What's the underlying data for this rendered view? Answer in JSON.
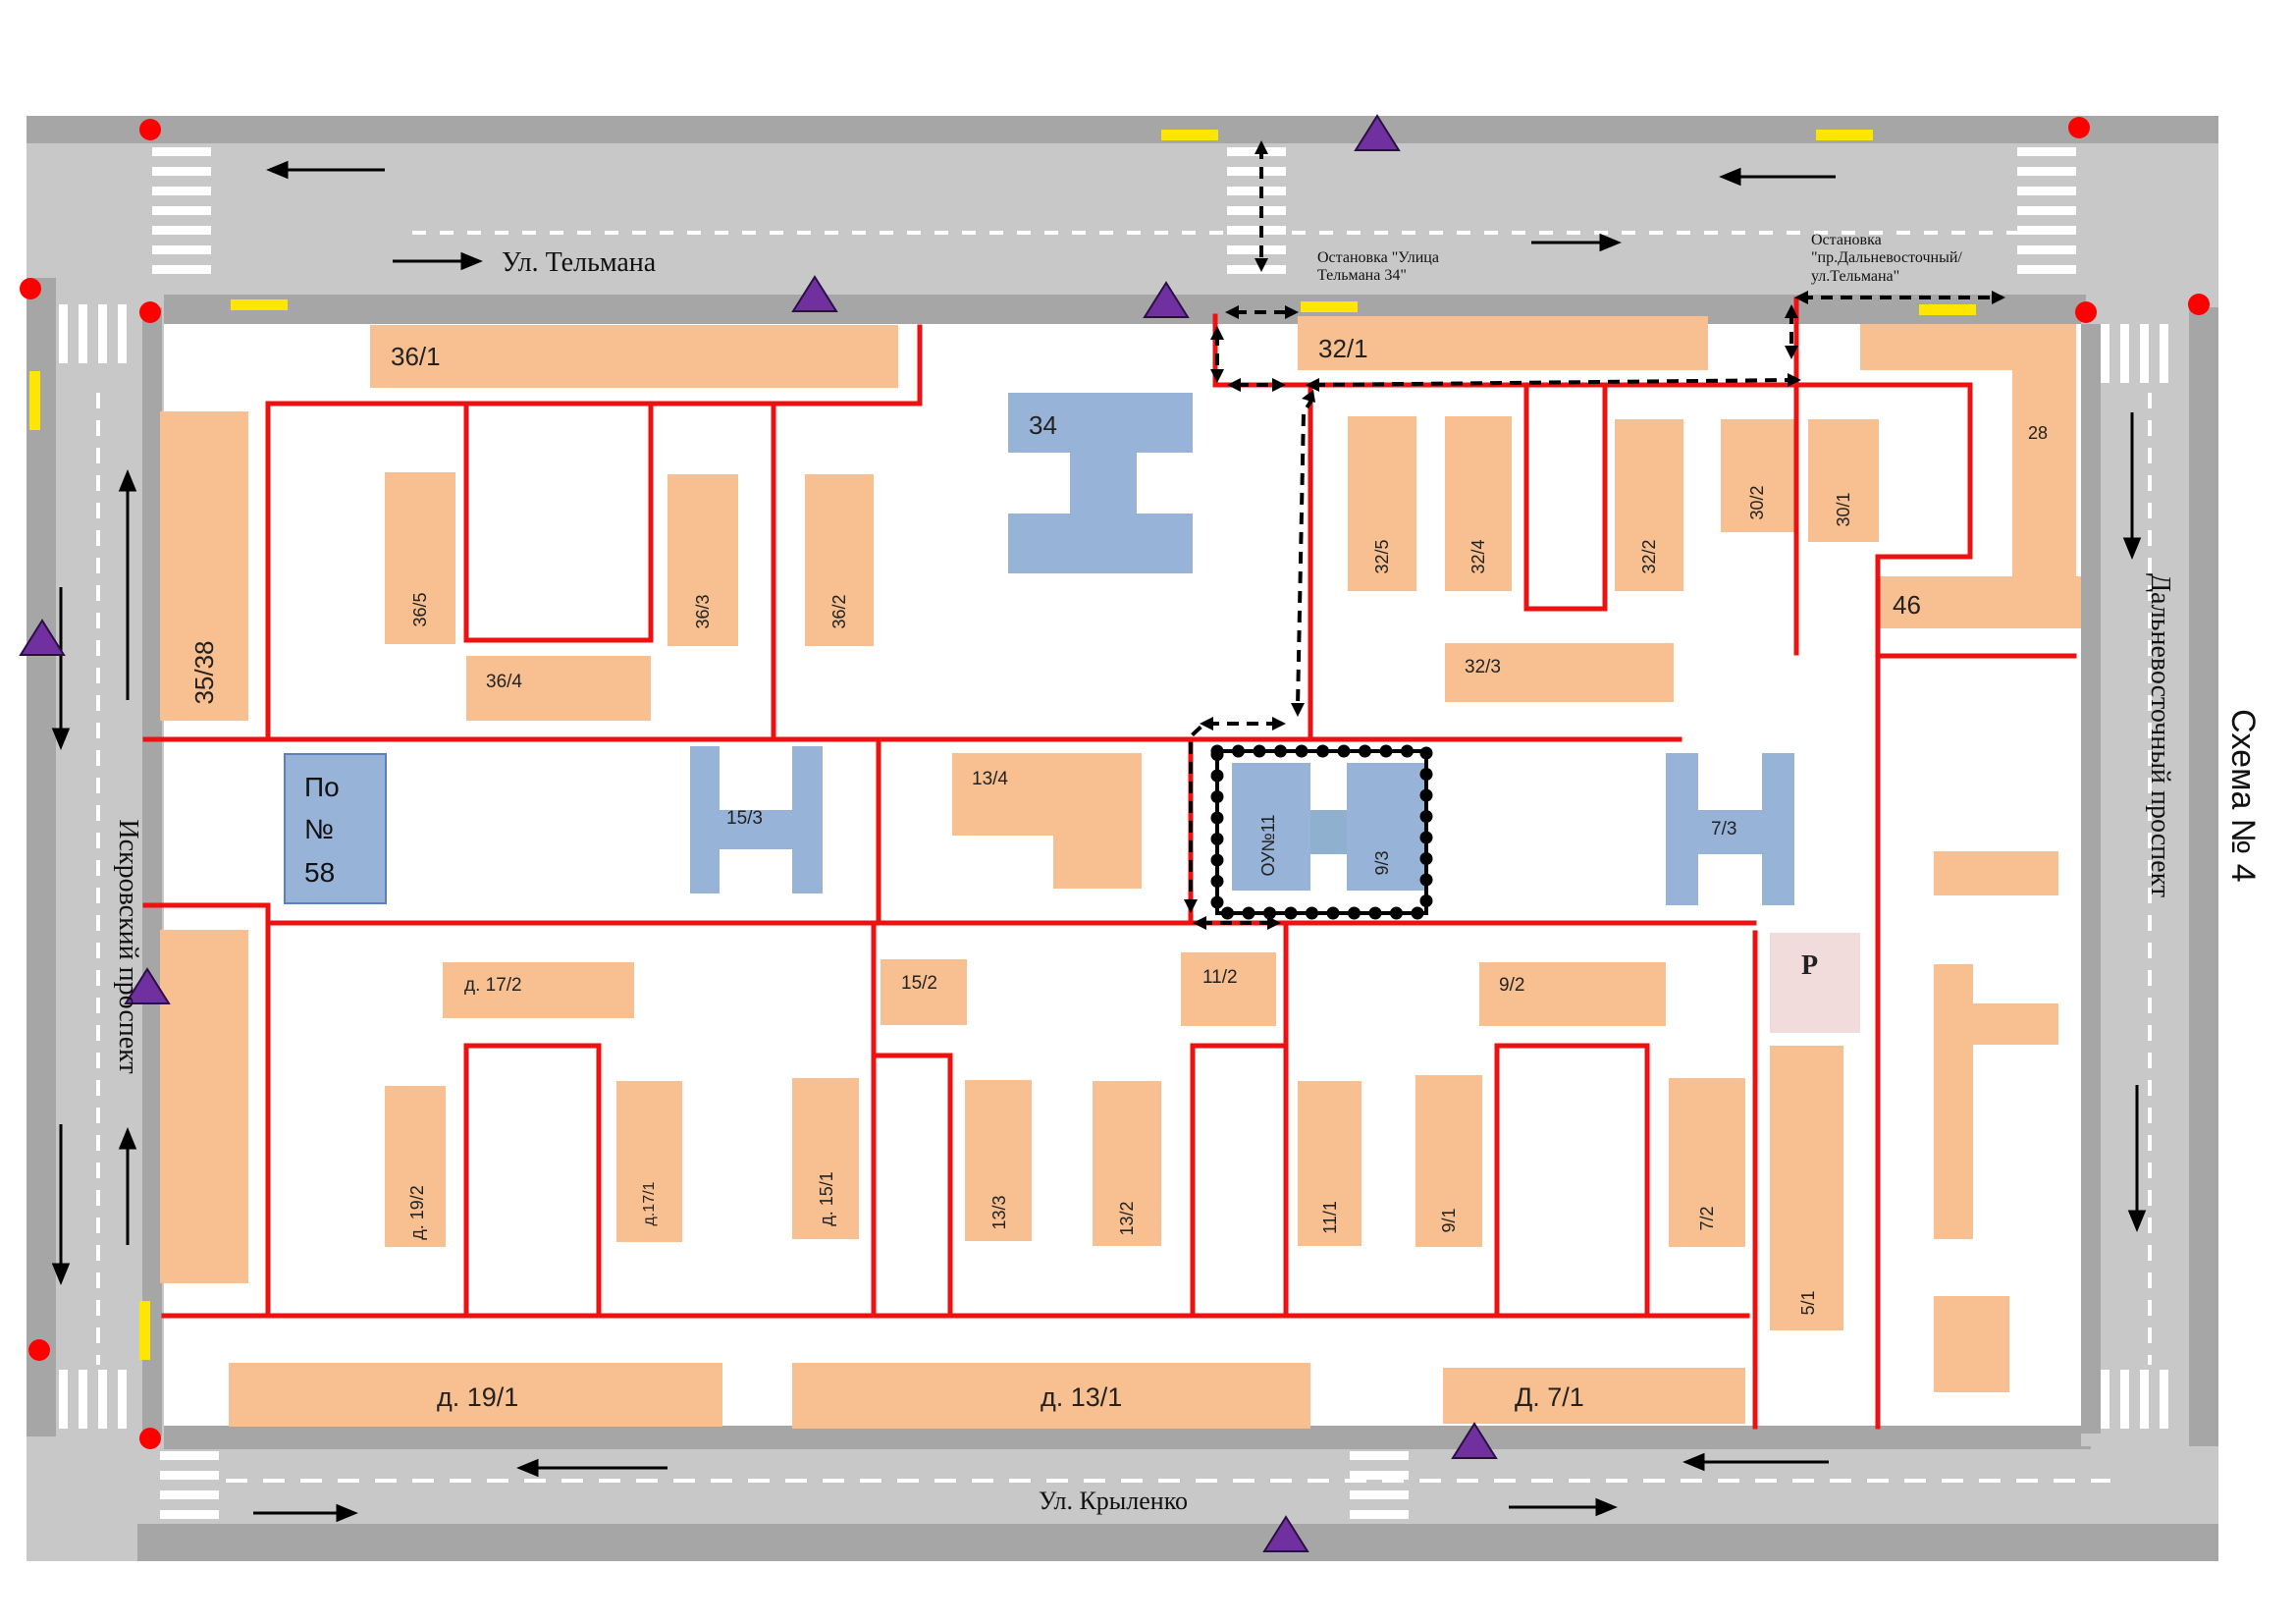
{
  "scheme": {
    "title": "Схема № 4"
  },
  "streets": {
    "north": "Ул. Тельмана",
    "south": "Ул. Крыленко",
    "west": "Искровский проспект",
    "east": "Дальневосточный проспект"
  },
  "stops": [
    {
      "lines": [
        "Остановка \"Улица",
        "Тельмана 34\""
      ]
    },
    {
      "lines": [
        "Остановка",
        "\"пр.Дальневосточный/",
        "ул.Тельмана\""
      ]
    }
  ],
  "buildings": {
    "b36_1": "36/1",
    "b32_1": "32/1",
    "b28": "28",
    "b34": "34",
    "b35_38": "35/38",
    "b36_5": "36/5",
    "b36_3": "36/3",
    "b36_2": "36/2",
    "b36_4": "36/4",
    "b32_5": "32/5",
    "b32_4": "32/4",
    "b32_2": "32/2",
    "b30_2": "30/2",
    "b30_1": "30/1",
    "b46": "46",
    "b32_3": "32/3",
    "b15_3": "15/3",
    "b13_4": "13/4",
    "b9_3": "9/3",
    "b7_3": "7/3",
    "b17_2": "д. 17/2",
    "b15_2": "15/2",
    "b11_2": "11/2",
    "b9_2": "9/2",
    "b19_2": "д. 19/2",
    "b17_1": "д.17/1",
    "b15_1": "д. 15/1",
    "b13_3": "13/3",
    "b13_2": "13/2",
    "b11_1": "11/1",
    "b9_1": "9/1",
    "b7_2": "7/2",
    "b5_1": "5/1",
    "b19_1": "д. 19/1",
    "b13_1": "д. 13/1",
    "b7_1": "Д. 7/1"
  },
  "school": {
    "lines": [
      "По",
      "№",
      "58"
    ]
  },
  "target_school": "ОУ№11",
  "parking": "P",
  "colors": {
    "road": "#c8c8c8",
    "road_edge": "#a6a6a6",
    "building": "#f8c090",
    "school": "#97b3d8",
    "fence": "#ee1111",
    "route": "#000000",
    "traffic_light": "#ff0000",
    "sign": "#7030a0",
    "bus_stop": "#ffe600",
    "parking_bg": "#f2dcdb"
  }
}
